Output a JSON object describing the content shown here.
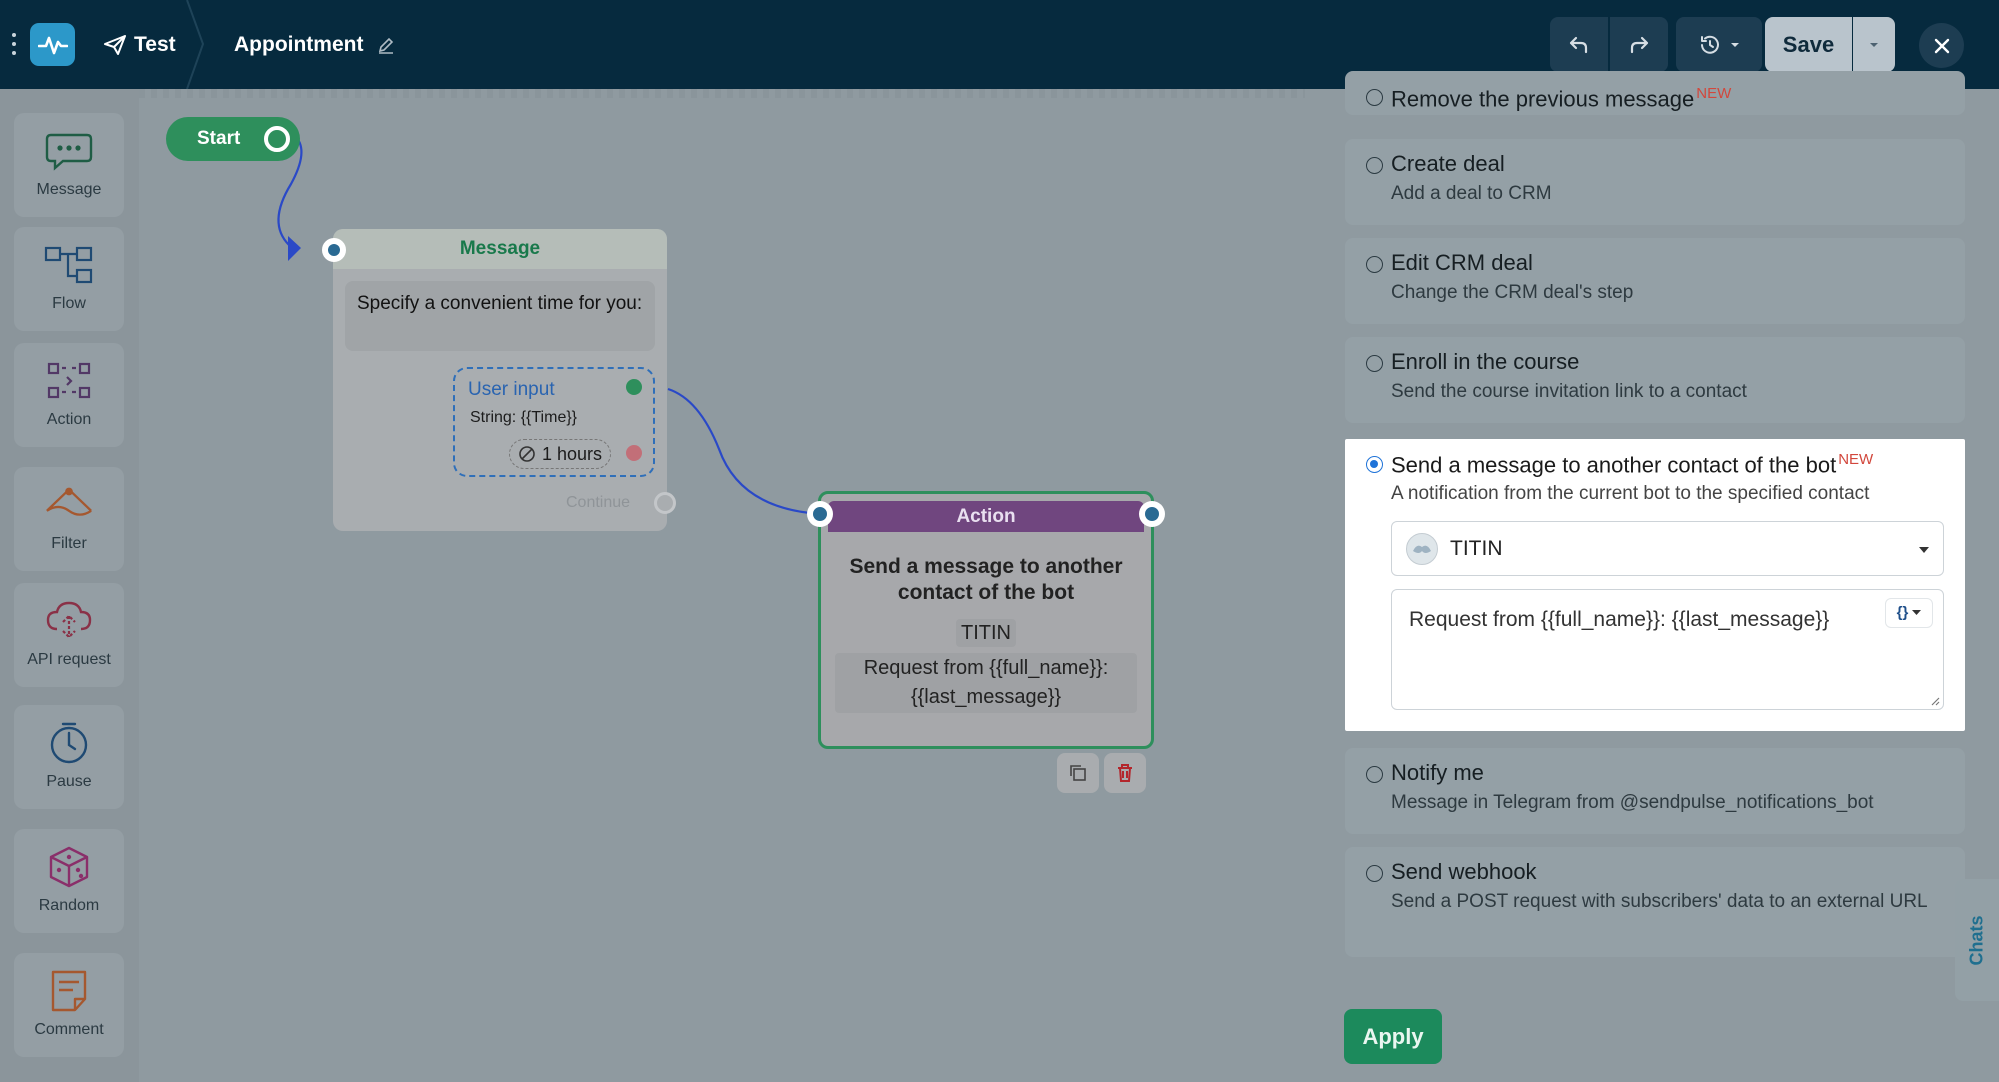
{
  "topbar": {
    "test_label": "Test",
    "flow_title": "Appointment",
    "save_label": "Save"
  },
  "sidebar": {
    "tools": [
      {
        "label": "Message",
        "icon": "message-icon"
      },
      {
        "label": "Flow",
        "icon": "flow-icon"
      },
      {
        "label": "Action",
        "icon": "action-icon"
      },
      {
        "label": "Filter",
        "icon": "filter-icon"
      },
      {
        "label": "API request",
        "icon": "api-request-icon"
      },
      {
        "label": "Pause",
        "icon": "pause-clock-icon"
      },
      {
        "label": "Random",
        "icon": "dice-icon"
      },
      {
        "label": "Comment",
        "icon": "comment-icon"
      }
    ]
  },
  "canvas": {
    "start_label": "Start",
    "message_node": {
      "header": "Message",
      "text": "Specify a convenient time for you:",
      "user_input_title": "User input",
      "user_input_type": "String: {{Time}}",
      "timeout": "1 hours",
      "continue_label": "Continue"
    },
    "action_node": {
      "header": "Action",
      "title": "Send a message to another contact of the bot",
      "contact": "TITIN",
      "message": "Request from {{full_name}}: {{last_message}}"
    }
  },
  "panel": {
    "options": [
      {
        "title": "Remove the previous message",
        "badge": "NEW",
        "desc": ""
      },
      {
        "title": "Create deal",
        "desc": "Add a deal to CRM"
      },
      {
        "title": "Edit CRM deal",
        "desc": "Change the CRM deal's step"
      },
      {
        "title": "Enroll in the course",
        "desc": "Send the course invitation link to a contact"
      },
      {
        "title": "Notify me",
        "desc": "Message in Telegram from @sendpulse_notifications_bot"
      },
      {
        "title": "Send webhook",
        "desc": "Send a POST request with subscribers' data to an external URL"
      }
    ],
    "selected": {
      "title": "Send a message to another contact of the bot",
      "badge": "NEW",
      "desc": "A notification from the current bot to the specified contact",
      "contact_value": "TITIN",
      "message_value": "Request from  {{full_name}}: {{last_message}}",
      "variables_symbol": "{}"
    },
    "apply_label": "Apply",
    "chats_tab_label": "Chats"
  },
  "colors": {
    "topbar_bg": "#062a3e",
    "brand_green": "#2e8f5c",
    "action_purple": "#70467f",
    "accent_blue": "#1f73d8",
    "new_badge_red": "#d2473c"
  }
}
